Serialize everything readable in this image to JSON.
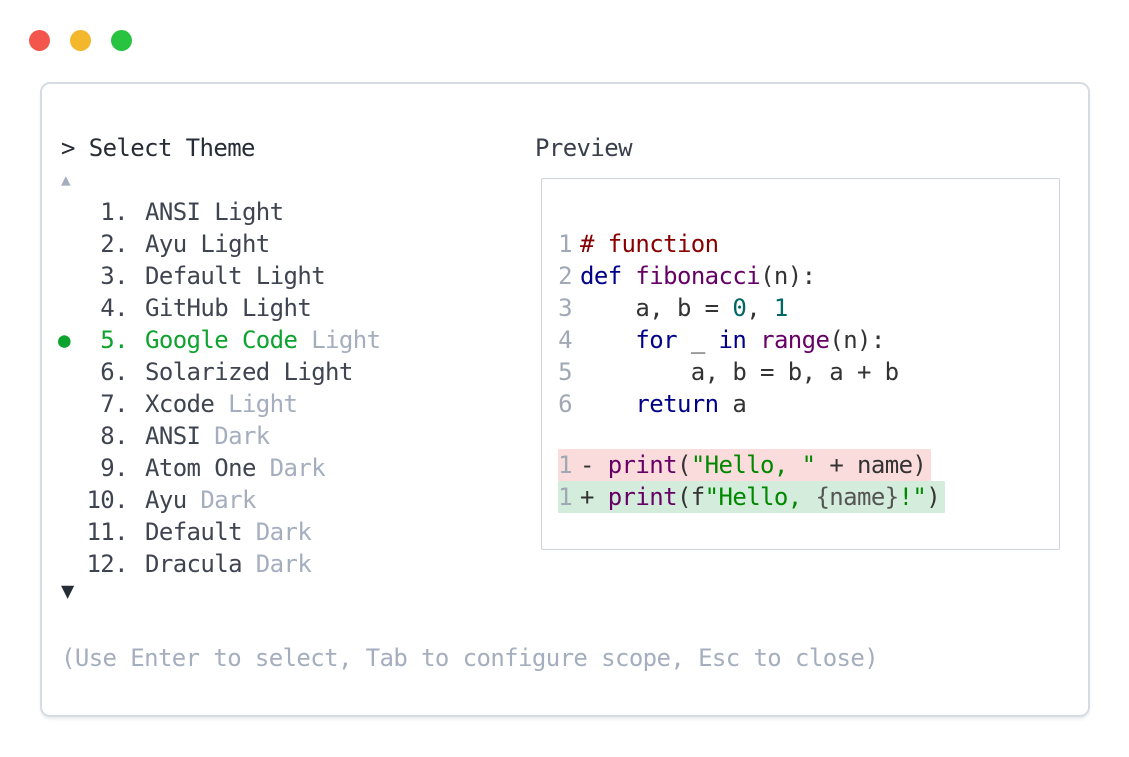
{
  "window_controls": {
    "buttons": [
      {
        "name": "close-button",
        "color": "#f2564d"
      },
      {
        "name": "minimize-button",
        "color": "#f3b72b"
      },
      {
        "name": "zoom-button",
        "color": "#28c340"
      }
    ]
  },
  "dialog": {
    "prompt": ">",
    "title": "Select Theme"
  },
  "preview": {
    "label": "Preview"
  },
  "list": {
    "scroll_up_glyph": "▲",
    "scroll_down_glyph": "▼",
    "selected_glyph": "●",
    "items": [
      {
        "number": "1.",
        "name": "ANSI Light",
        "suffix": "",
        "selected": false
      },
      {
        "number": "2.",
        "name": "Ayu Light",
        "suffix": "",
        "selected": false
      },
      {
        "number": "3.",
        "name": "Default Light",
        "suffix": "",
        "selected": false
      },
      {
        "number": "4.",
        "name": "GitHub Light",
        "suffix": "",
        "selected": false
      },
      {
        "number": "5.",
        "name": "Google Code",
        "suffix": "Light",
        "selected": true
      },
      {
        "number": "6.",
        "name": "Solarized Light",
        "suffix": "",
        "selected": false
      },
      {
        "number": "7.",
        "name": "Xcode",
        "suffix": "Light",
        "selected": false
      },
      {
        "number": "8.",
        "name": "ANSI",
        "suffix": "Dark",
        "selected": false
      },
      {
        "number": "9.",
        "name": "Atom One",
        "suffix": "Dark",
        "selected": false
      },
      {
        "number": "10.",
        "name": "Ayu",
        "suffix": "Dark",
        "selected": false
      },
      {
        "number": "11.",
        "name": "Default",
        "suffix": "Dark",
        "selected": false
      },
      {
        "number": "12.",
        "name": "Dracula",
        "suffix": "Dark",
        "selected": false
      }
    ]
  },
  "code_preview": {
    "lines": [
      {
        "num": "1",
        "tokens": [
          {
            "t": "# function",
            "c": "comment"
          }
        ]
      },
      {
        "num": "2",
        "tokens": [
          {
            "t": "def",
            "c": "keyword"
          },
          {
            "t": " ",
            "c": "plain"
          },
          {
            "t": "fibonacci",
            "c": "title"
          },
          {
            "t": "(n):",
            "c": "plain"
          }
        ]
      },
      {
        "num": "3",
        "tokens": [
          {
            "t": "    a, b = ",
            "c": "plain"
          },
          {
            "t": "0",
            "c": "number"
          },
          {
            "t": ", ",
            "c": "plain"
          },
          {
            "t": "1",
            "c": "number"
          }
        ]
      },
      {
        "num": "4",
        "tokens": [
          {
            "t": "    ",
            "c": "plain"
          },
          {
            "t": "for",
            "c": "keyword"
          },
          {
            "t": " _ ",
            "c": "plain"
          },
          {
            "t": "in",
            "c": "keyword"
          },
          {
            "t": " ",
            "c": "plain"
          },
          {
            "t": "range",
            "c": "title"
          },
          {
            "t": "(n):",
            "c": "plain"
          }
        ]
      },
      {
        "num": "5",
        "tokens": [
          {
            "t": "        a, b = b, a + b",
            "c": "plain"
          }
        ]
      },
      {
        "num": "6",
        "tokens": [
          {
            "t": "    ",
            "c": "plain"
          },
          {
            "t": "return",
            "c": "keyword"
          },
          {
            "t": " a",
            "c": "plain"
          }
        ]
      }
    ],
    "diff": [
      {
        "num": "1",
        "sign": "-",
        "kind": "removed",
        "tokens": [
          {
            "t": "print",
            "c": "title"
          },
          {
            "t": "(",
            "c": "plain"
          },
          {
            "t": "\"Hello, \"",
            "c": "string"
          },
          {
            "t": " + name)",
            "c": "plain"
          }
        ]
      },
      {
        "num": "1",
        "sign": "+",
        "kind": "added",
        "tokens": [
          {
            "t": "print",
            "c": "title"
          },
          {
            "t": "(f",
            "c": "plain"
          },
          {
            "t": "\"Hello, ",
            "c": "string"
          },
          {
            "t": "{name}",
            "c": "subst"
          },
          {
            "t": "!\"",
            "c": "string"
          },
          {
            "t": ")",
            "c": "plain"
          }
        ]
      }
    ]
  },
  "footer": {
    "hint": "(Use Enter to select, Tab to configure scope, Esc to close)"
  },
  "colors": {
    "accent_green": "#0ea32e",
    "text_dark": "#272d36",
    "item_text": "#3e4450",
    "dim": "#a4aebe",
    "line_number": "#9fa8b4",
    "window_border": "#d7dce3",
    "panel_border": "#cdd4dc",
    "syntax": {
      "comment": "#880000",
      "keyword": "#000088",
      "title": "#660066",
      "number": "#006666",
      "string": "#008800",
      "plain": "#333333",
      "subst": "#555555"
    },
    "diff": {
      "removed_bg": "#fadcdc",
      "added_bg": "#d3ecdb"
    }
  }
}
